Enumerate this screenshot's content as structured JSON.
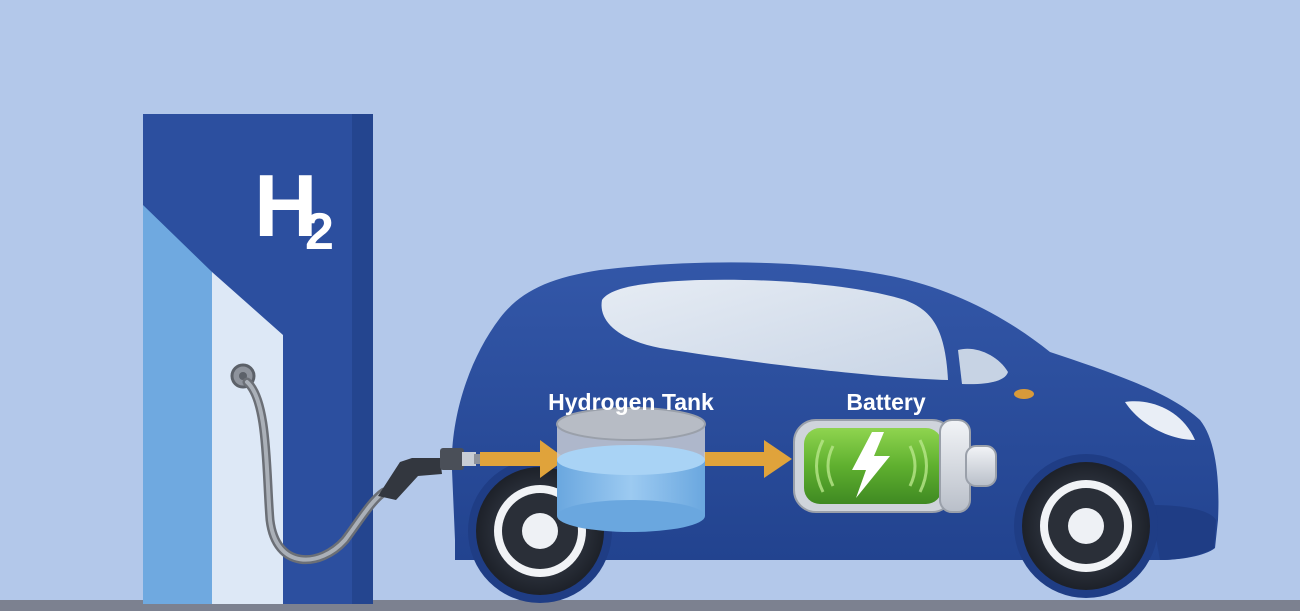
{
  "station": {
    "symbol": "H",
    "subscript": "2"
  },
  "labels": {
    "tank": "Hydrogen Tank",
    "battery": "Battery"
  },
  "colors": {
    "background": "#b3c8ea",
    "station": "#2c4f9f",
    "car_body": "#2a4c9e",
    "arrow": "#e0a33b",
    "battery_green": "#6cbd3a",
    "tank_liquid": "#7db6e8",
    "ground": "#7c8190"
  },
  "icons": [
    "fuel-nozzle-icon",
    "lightning-bolt-icon"
  ]
}
